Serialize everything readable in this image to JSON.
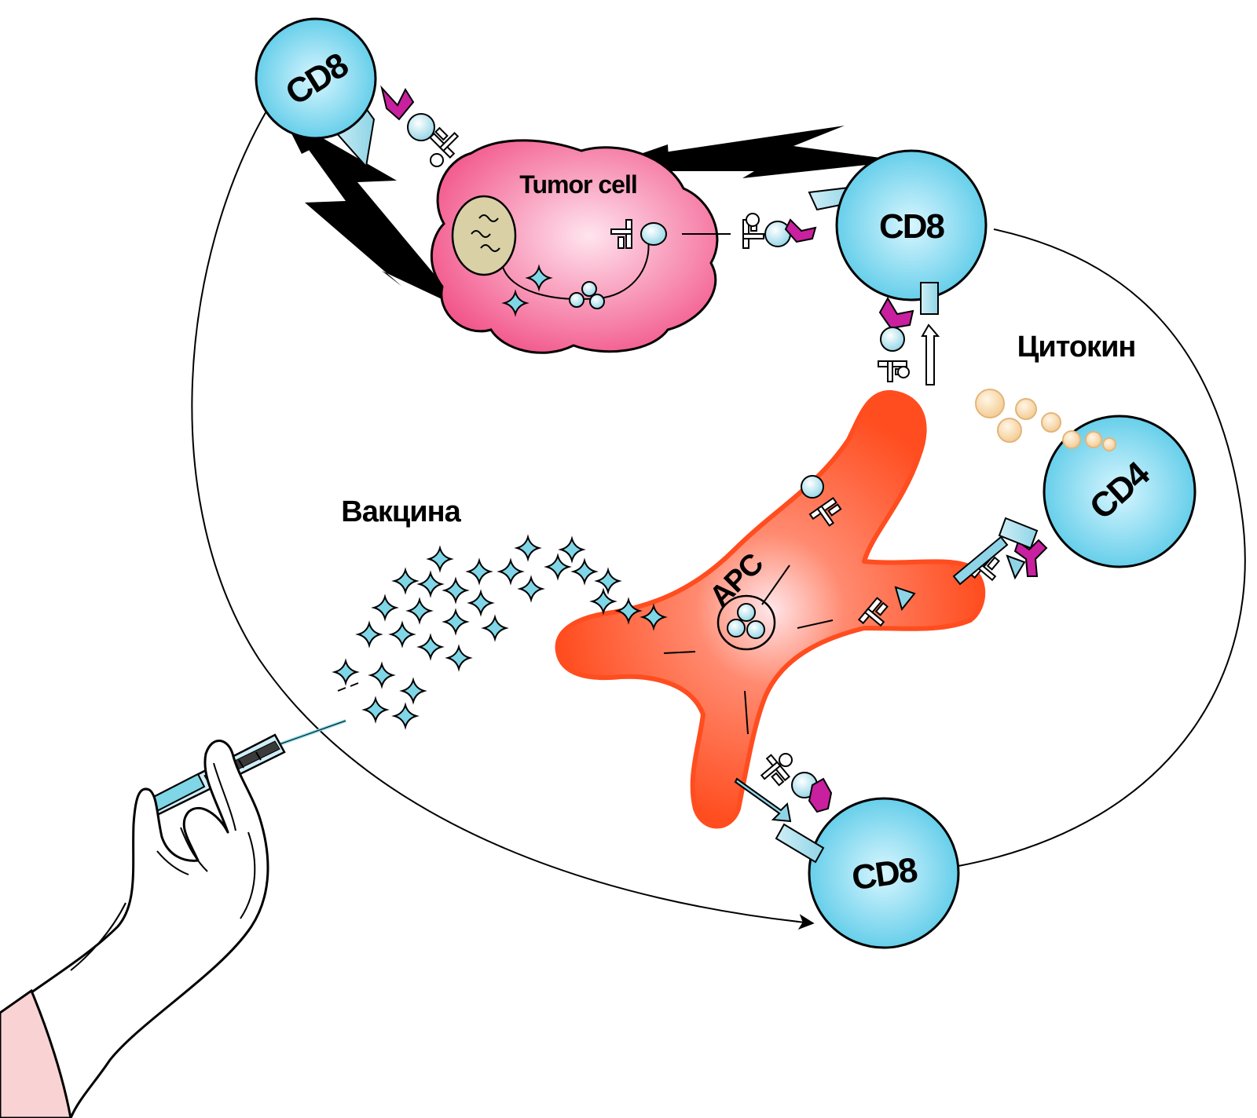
{
  "labels": {
    "cd8_top_left": "CD8",
    "cd8_top_right": "CD8",
    "cd8_bottom": "CD8",
    "cd4": "CD4",
    "apc": "APC",
    "tumor": "Tumor cell",
    "cytokine": "Цитокин",
    "vaccine": "Вакцина"
  },
  "colors": {
    "tcell_fill": "#5ccbe8",
    "tcell_core": "#d8f6ff",
    "tumor_fill": "#f2578c",
    "tumor_core": "#ffe4ee",
    "apc_fill": "#ff4d1f",
    "apc_core": "#ffe6ea",
    "antigen_star": "#7fd6e6",
    "receptor_magenta": "#c8209e",
    "receptor_blue": "#8fd4e6",
    "cytokine_dot": "#f3c98f",
    "nucleus": "#d9d0a6",
    "glove": "#ffffff",
    "sleeve": "#f9d3d3",
    "arrow": "#000000"
  }
}
